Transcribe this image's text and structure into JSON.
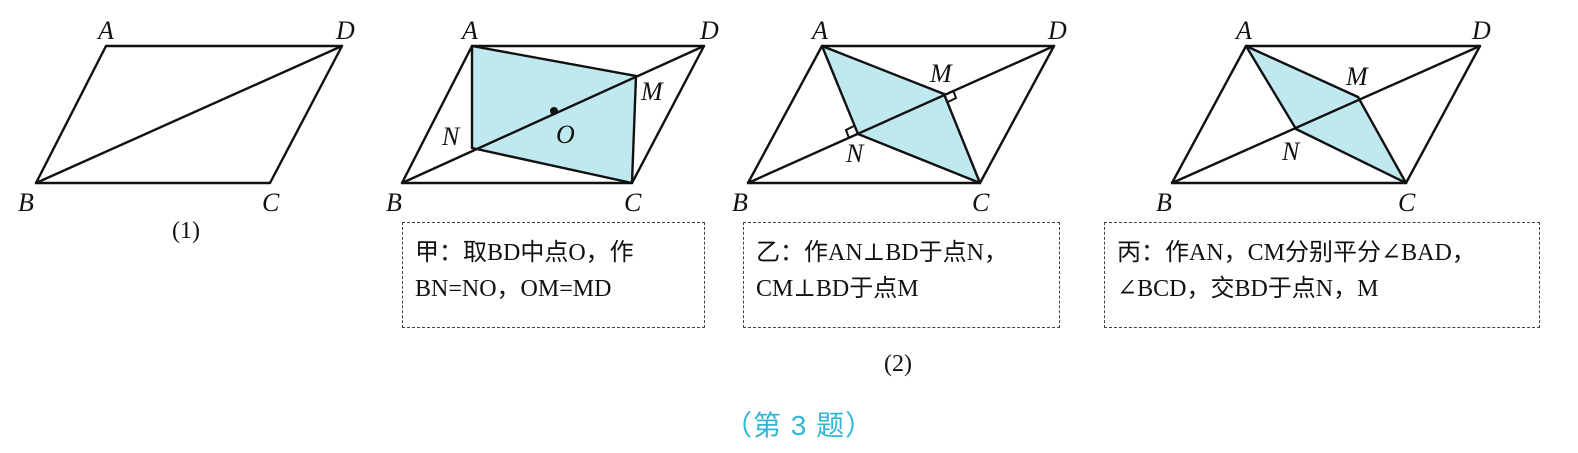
{
  "figures": [
    {
      "id": "fig1",
      "labels": {
        "A": "A",
        "B": "B",
        "C": "C",
        "D": "D"
      },
      "caption": "(1)"
    },
    {
      "id": "fig-jia",
      "labels": {
        "A": "A",
        "B": "B",
        "C": "C",
        "D": "D",
        "M": "M",
        "N": "N",
        "O": "O"
      }
    },
    {
      "id": "fig-yi",
      "labels": {
        "A": "A",
        "B": "B",
        "C": "C",
        "D": "D",
        "M": "M",
        "N": "N"
      }
    },
    {
      "id": "fig-bing",
      "labels": {
        "A": "A",
        "B": "B",
        "C": "C",
        "D": "D",
        "M": "M",
        "N": "N"
      }
    }
  ],
  "group_caption": "(2)",
  "boxes": {
    "jia": {
      "line1": "甲：取BD中点O，作",
      "line2": "BN=NO，OM=MD"
    },
    "yi": {
      "line1": "乙：作AN⊥BD于点N，",
      "line2": "CM⊥BD于点M"
    },
    "bing": {
      "line1": "丙：作AN，CM分别平分∠BAD，",
      "line2": "∠BCD，交BD于点N，M"
    }
  },
  "problem_caption": "（第 3 题）",
  "colors": {
    "shade": "#bfe9ef",
    "caption": "#33b6d6"
  }
}
